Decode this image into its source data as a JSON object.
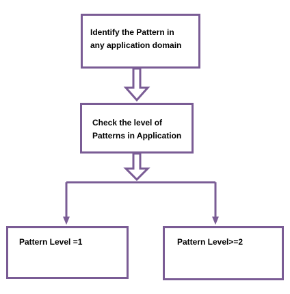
{
  "diagram": {
    "nodes": [
      {
        "id": "identify",
        "lines": [
          "Identify the Pattern in",
          "any application domain"
        ]
      },
      {
        "id": "check",
        "lines": [
          "Check the level of",
          "Patterns in Application"
        ]
      },
      {
        "id": "level1",
        "lines": [
          "Pattern Level =1"
        ]
      },
      {
        "id": "level2",
        "lines": [
          "Pattern Level>=2"
        ]
      }
    ],
    "edges": [
      {
        "from": "identify",
        "to": "check",
        "style": "block-arrow"
      },
      {
        "from": "check",
        "to": [
          "level1",
          "level2"
        ],
        "style": "block-arrow-split"
      }
    ],
    "colors": {
      "border": "#7a5c95",
      "background": "#ffffff",
      "text": "#000000"
    }
  }
}
